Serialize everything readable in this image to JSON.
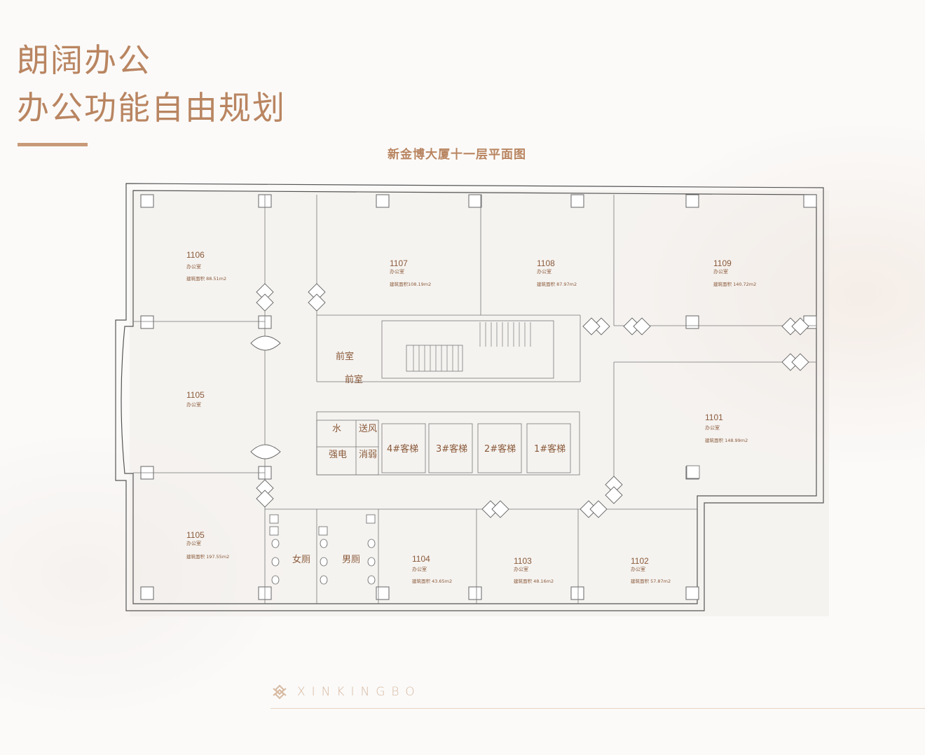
{
  "header": {
    "headline_line1": "朗阔办公",
    "headline_line2": "办公功能自由规划",
    "accent_color": "#b98561"
  },
  "plan": {
    "title": "新金博大厦十一层平面图",
    "rooms": [
      {
        "id": "1106",
        "use": "办公室",
        "area": "建筑面积 88.51m2"
      },
      {
        "id": "1107",
        "use": "办公室",
        "area": "建筑面积108.19m2"
      },
      {
        "id": "1108",
        "use": "办公室",
        "area": "建筑面积 87.97m2"
      },
      {
        "id": "1109",
        "use": "办公室",
        "area": "建筑面积 140.72m2"
      },
      {
        "id": "1105",
        "use": "办公室",
        "area": ""
      },
      {
        "id": "1101",
        "use": "办公室",
        "area": "建筑面积 148.99m2"
      },
      {
        "id": "1105",
        "use": "办公室",
        "area": "建筑面积 197.55m2"
      },
      {
        "id": "1104",
        "use": "办公室",
        "area": "建筑面积 43.65m2"
      },
      {
        "id": "1103",
        "use": "办公室",
        "area": "建筑面积 48.16m2"
      },
      {
        "id": "1102",
        "use": "办公室",
        "area": "建筑面积 57.87m2"
      }
    ],
    "core_labels": {
      "lobby_upper": "前室",
      "lobby_lower": "前室",
      "water": "水",
      "air_supply": "送风",
      "power": "强电",
      "fire": "消弱",
      "elevator4": "4#客梯",
      "elevator3": "3#客梯",
      "elevator2": "2#客梯",
      "elevator1": "1#客梯",
      "women_wc": "女厕",
      "men_wc": "男厕"
    }
  },
  "brand": {
    "name": "XINKINGBO",
    "logo_icon": "diamond-cross-logo-icon"
  }
}
